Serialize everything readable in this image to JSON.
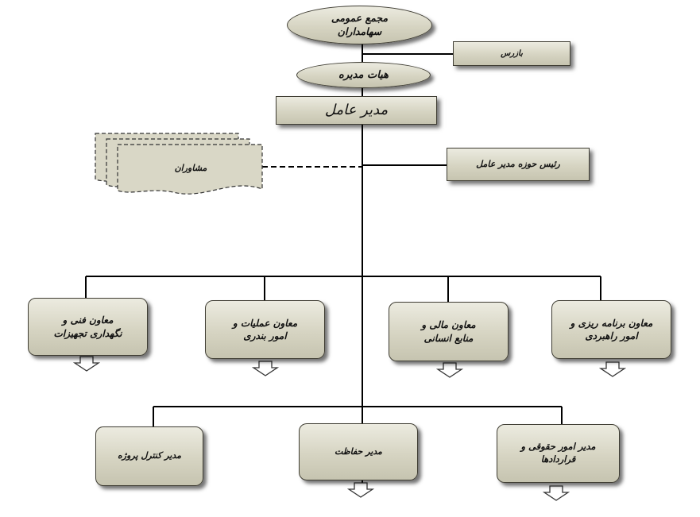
{
  "nodes": {
    "general_assembly": "مجمع عمومی\nسهامداران",
    "inspector": "بازرس",
    "board": "هیات مدیره",
    "ceo": "مدیر عامل",
    "advisors": "مشاوران",
    "ceo_office_head": "رئیس حوزه مدیر عامل",
    "vp_technical": "معاون فنی و\nنگهداری تجهیزات",
    "vp_operations": "معاون عملیات و\nامور بندری",
    "vp_finance": "معاون مالی و\nمنابع انسانی",
    "vp_planning": "معاون برنامه ریزی و\nامور راهبردی",
    "mgr_project_control": "مدیر کنترل پروژه",
    "mgr_security": "مدیر حفاظت",
    "mgr_legal": "مدیر امور حقوقی و\nقراردادها"
  },
  "colors": {
    "box_top": "#ecebe0",
    "box_bottom": "#c6c4b0",
    "line": "#000000"
  }
}
